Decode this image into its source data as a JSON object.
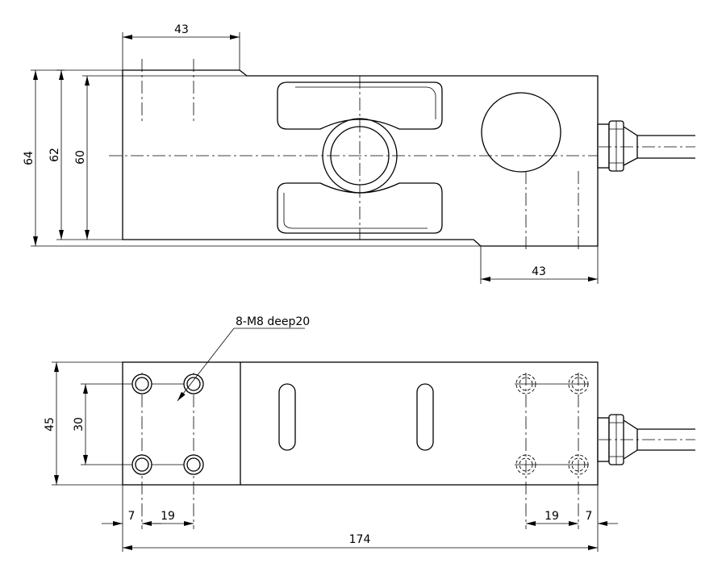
{
  "top_view": {
    "dim_top_width": "43",
    "dim_height_outer": "64",
    "dim_height_mid": "62",
    "dim_height_inner": "60",
    "dim_bottom_width": "43"
  },
  "side_view": {
    "hole_callout": "8-M8 deep20",
    "dim_height": "45",
    "dim_hole_spacing_vertical": "30",
    "dim_left_edge_offset": "7",
    "dim_left_hole_spacing": "19",
    "dim_right_hole_spacing": "19",
    "dim_right_edge_offset": "7",
    "dim_total_length": "174"
  }
}
